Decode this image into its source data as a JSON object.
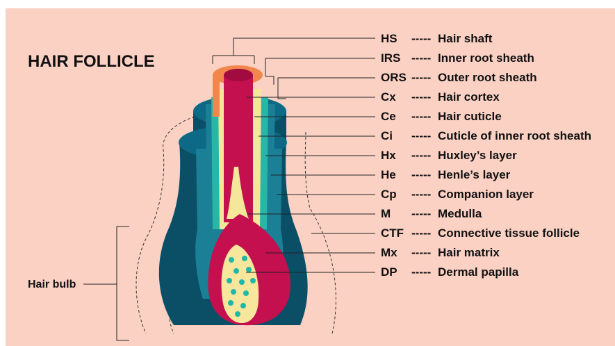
{
  "title": "HAIR FOLLICLE",
  "bulb_label": "Hair bulb",
  "legend_separator": "-----",
  "labels": [
    {
      "abbr": "HS",
      "name": "Hair shaft"
    },
    {
      "abbr": "IRS",
      "name": "Inner root sheath"
    },
    {
      "abbr": "ORS",
      "name": "Outer root sheath"
    },
    {
      "abbr": "Cx",
      "name": "Hair cortex"
    },
    {
      "abbr": "Ce",
      "name": "Hair cuticle"
    },
    {
      "abbr": "Ci",
      "name": "Cuticle of inner root sheath"
    },
    {
      "abbr": "Hx",
      "name": "Huxley’s layer"
    },
    {
      "abbr": "He",
      "name": "Henle’s layer"
    },
    {
      "abbr": "Cp",
      "name": "Companion layer"
    },
    {
      "abbr": "M",
      "name": "Medulla"
    },
    {
      "abbr": "CTF",
      "name": "Connective tissue follicle"
    },
    {
      "abbr": "Mx",
      "name": "Hair matrix"
    },
    {
      "abbr": "DP",
      "name": "Dermal papilla"
    }
  ],
  "colors": {
    "background": "#fbd1c4",
    "outer_sheath": "#0b4f66",
    "outer_sheath_top": "#0d6a86",
    "sheath_layer": "#1b7f96",
    "huxley": "#27b7a7",
    "cuticle": "#f4e79a",
    "cortex": "#c4104f",
    "cortex_top": "#a20b40",
    "hair_shaft_top": "#f2874e",
    "papilla": "#f7e69b",
    "papilla_dots": "#1fb8a8"
  }
}
